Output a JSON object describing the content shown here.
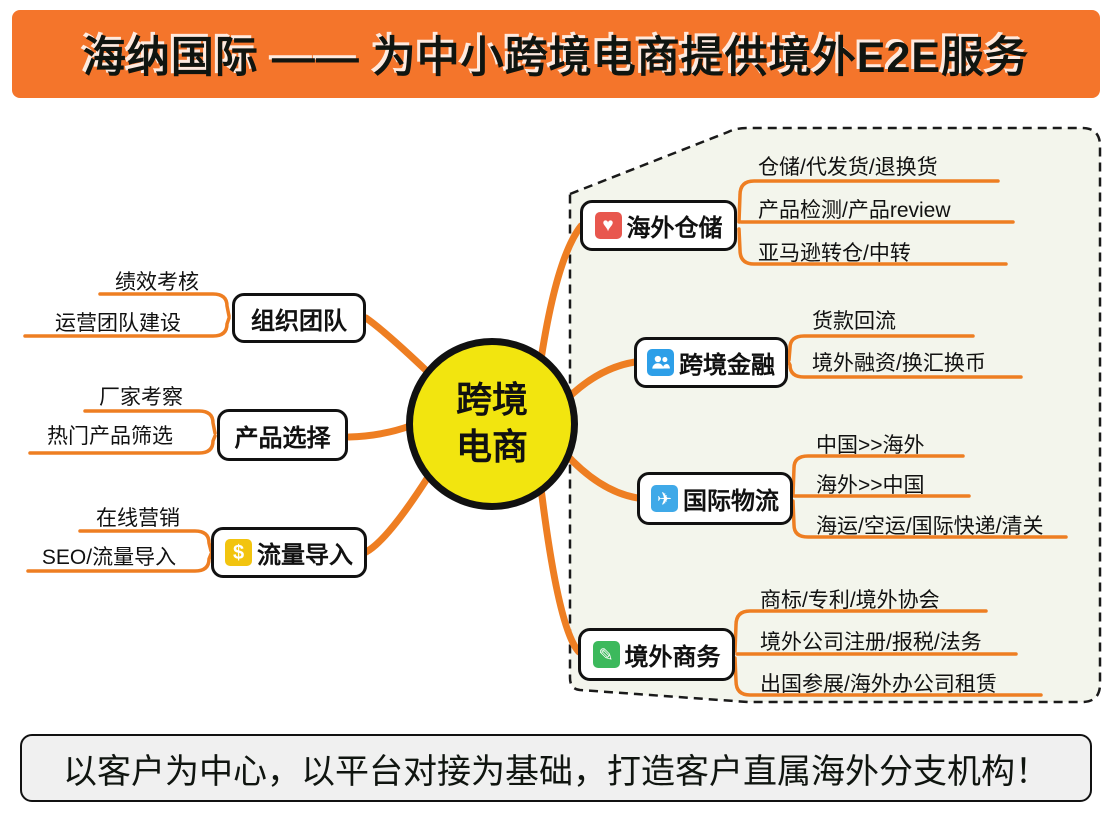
{
  "header": {
    "title": "海纳国际 —— 为中小跨境电商提供境外E2E服务"
  },
  "footer": {
    "text": "以客户为中心，以平台对接为基础，打造客户直属海外分支机构！"
  },
  "center": {
    "line1": "跨境",
    "line2": "电商"
  },
  "left_branches": [
    {
      "label": "组织团队",
      "items": [
        "绩效考核",
        "运营团队建设"
      ]
    },
    {
      "label": "产品选择",
      "items": [
        "厂家考察",
        "热门产品筛选"
      ]
    },
    {
      "label": "流量导入",
      "icon": "dollar-icon",
      "items": [
        "在线营销",
        "SEO/流量导入"
      ]
    }
  ],
  "right_branches": [
    {
      "label": "海外仓储",
      "icon": "heart-icon",
      "items": [
        "仓储/代发货/退换货",
        "产品检测/产品review",
        "亚马逊转仓/中转"
      ]
    },
    {
      "label": "跨境金融",
      "icon": "users-icon",
      "items": [
        "货款回流",
        "境外融资/换汇换币"
      ]
    },
    {
      "label": "国际物流",
      "icon": "plane-icon",
      "items": [
        "中国>>海外",
        "海外>>中国",
        "海运/空运/国际快递/清关"
      ]
    },
    {
      "label": "境外商务",
      "icon": "pencil-icon",
      "items": [
        "商标/专利/境外协会",
        "境外公司注册/报税/法务",
        "出国参展/海外办公司租赁"
      ]
    }
  ],
  "icons": {
    "heart": "♥",
    "plane": "✈",
    "pencil": "✎",
    "dollar": "$"
  },
  "colors": {
    "banner_orange": "#F4752B",
    "branch_orange": "#EE7E22",
    "center_yellow": "#F2E50F",
    "region_background": "#F3F5EC",
    "footer_background": "#F0F0F0",
    "heart_icon_red": "#E8574E",
    "users_icon_blue": "#2D9FE8",
    "plane_icon_blue": "#3FA9E8",
    "pencil_icon_green": "#3CB95C",
    "dollar_icon_gold": "#F2C40F"
  }
}
